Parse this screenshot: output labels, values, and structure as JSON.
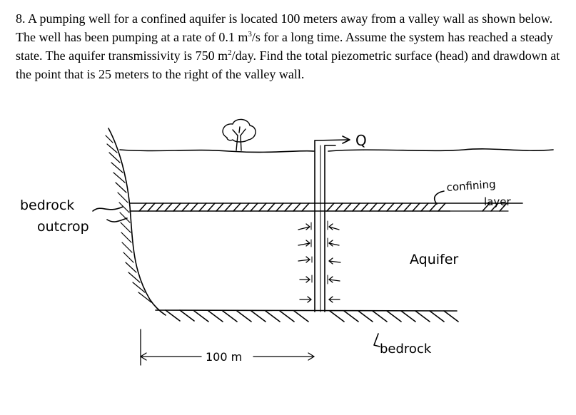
{
  "problem": {
    "number": "8.",
    "part1": " A pumping well for a confined aquifer is located 100 meters away from a valley wall as shown below. The well has been pumping at a rate of 0.1 m",
    "sup1": "3",
    "part2": "/s for a long time. Assume the system has reached a steady state. The aquifer transmissivity is 750 m",
    "sup2": "2",
    "part3": "/day. Find the total piezometric surface (head) and drawdown at the point that is 25 meters to the right of the valley wall."
  },
  "figure": {
    "labels": {
      "bedrock_line1": "bedrock",
      "bedrock_line2": "outcrop",
      "discharge": "Q",
      "confining_line1": "confining",
      "confining_line2": "layer",
      "aquifer": "Aquifer",
      "bedrock_bottom": "bedrock",
      "distance": "100 m"
    }
  }
}
